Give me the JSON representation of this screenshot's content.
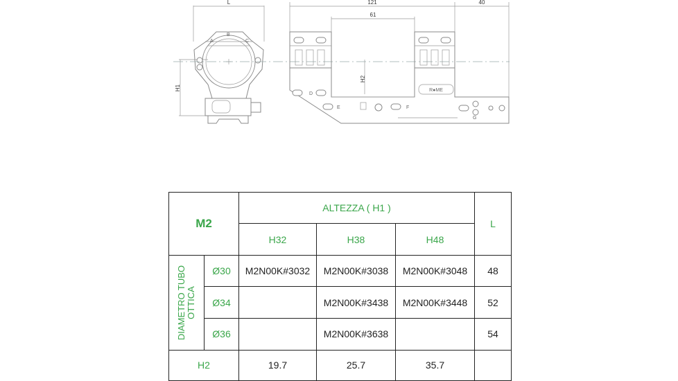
{
  "drawing": {
    "dims": {
      "l": "L",
      "total": "121",
      "ring": "61",
      "overhang": "40",
      "h1": "H1",
      "h2": "H2"
    },
    "ring_letters": {
      "a": "A",
      "b": "B",
      "c": "C"
    },
    "side_letters": {
      "d": "D",
      "e": "E",
      "f": "F",
      "g": "G"
    },
    "logo": "R●ME"
  },
  "table": {
    "model": "M2",
    "height_header": "ALTEZZA ( H1 )",
    "length_header": "L",
    "height_cols": [
      "H32",
      "H38",
      "H48"
    ],
    "diameter_label_line1": "DIAMETRO TUBO",
    "diameter_label_line2": "OTTICA",
    "rows": [
      {
        "diameter": "Ø30",
        "codes": [
          "M2N00K#3032",
          "M2N00K#3038",
          "M2N00K#3048"
        ],
        "length": "48"
      },
      {
        "diameter": "Ø34",
        "codes": [
          "",
          "M2N00K#3438",
          "M2N00K#3448"
        ],
        "length": "52"
      },
      {
        "diameter": "Ø36",
        "codes": [
          "",
          "M2N00K#3638",
          ""
        ],
        "length": "54"
      }
    ],
    "h2_label": "H2",
    "h2_values": [
      "19.7",
      "25.7",
      "35.7"
    ],
    "h2_length": ""
  }
}
